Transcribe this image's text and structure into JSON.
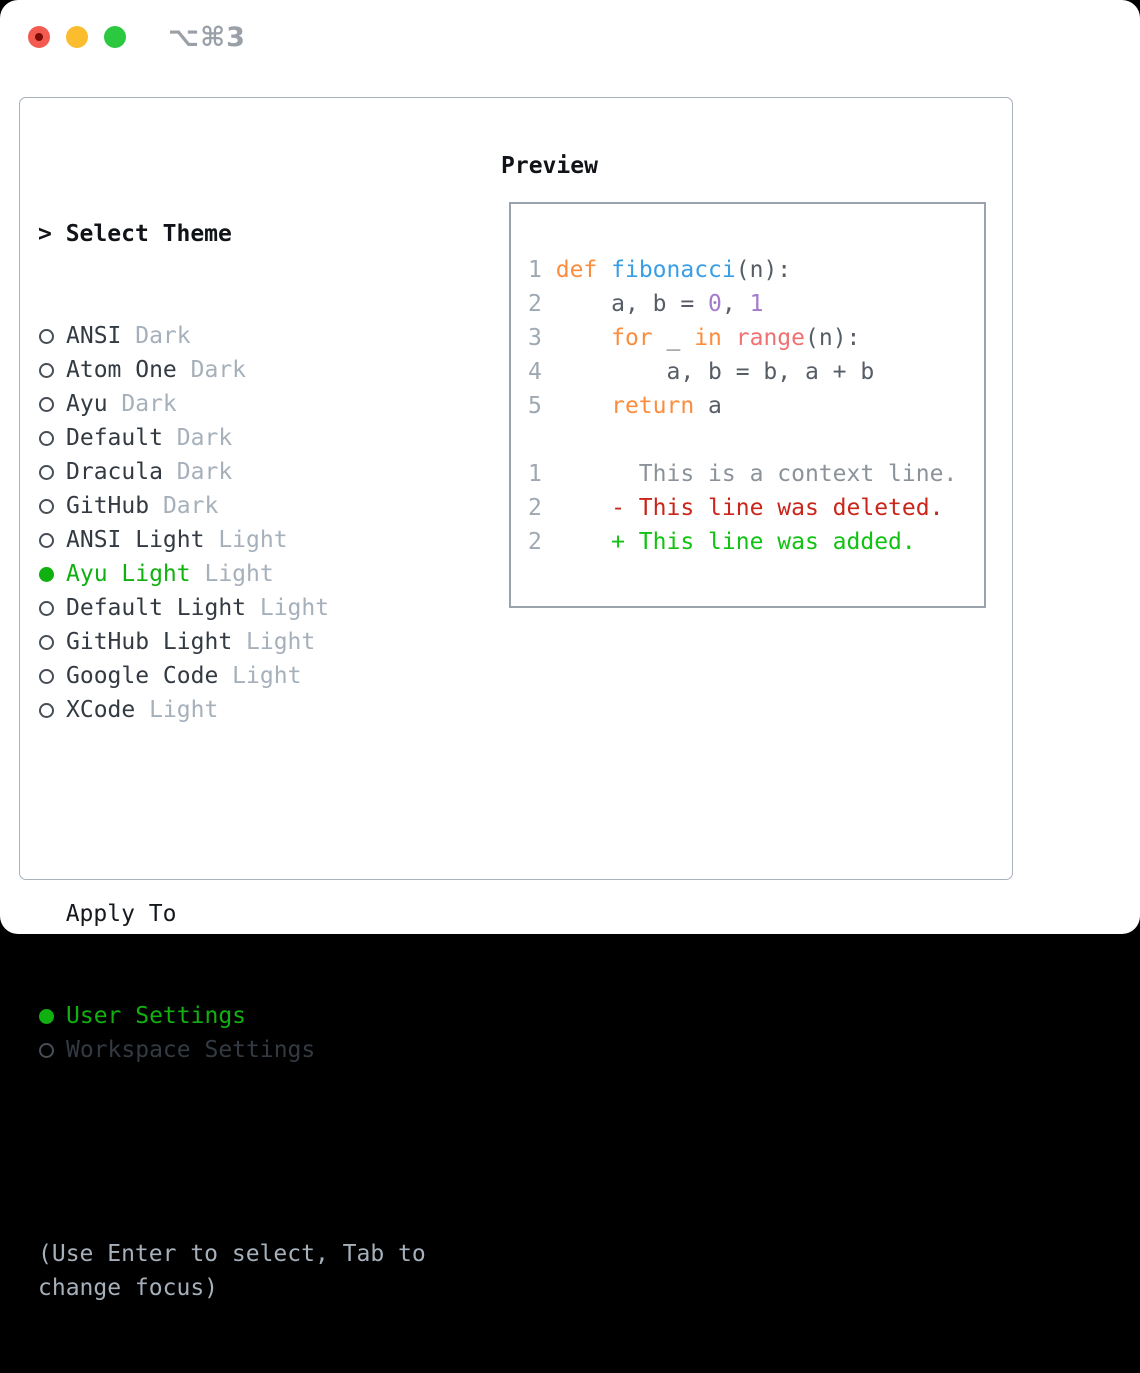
{
  "window": {
    "title_shortcut": "⌥⌘3",
    "traffic_lights": [
      "close",
      "minimize",
      "zoom"
    ]
  },
  "theme_picker": {
    "header_prefix": "> ",
    "header": "Select Theme",
    "items": [
      {
        "name": "ANSI",
        "variant": "Dark",
        "selected": false
      },
      {
        "name": "Atom One",
        "variant": "Dark",
        "selected": false
      },
      {
        "name": "Ayu",
        "variant": "Dark",
        "selected": false
      },
      {
        "name": "Default",
        "variant": "Dark",
        "selected": false
      },
      {
        "name": "Dracula",
        "variant": "Dark",
        "selected": false
      },
      {
        "name": "GitHub",
        "variant": "Dark",
        "selected": false
      },
      {
        "name": "ANSI Light",
        "variant": "Light",
        "selected": false
      },
      {
        "name": "Ayu Light",
        "variant": "Light",
        "selected": true
      },
      {
        "name": "Default Light",
        "variant": "Light",
        "selected": false
      },
      {
        "name": "GitHub Light",
        "variant": "Light",
        "selected": false
      },
      {
        "name": "Google Code",
        "variant": "Light",
        "selected": false
      },
      {
        "name": "XCode",
        "variant": "Light",
        "selected": false
      }
    ]
  },
  "apply_to": {
    "header": "Apply To",
    "options": [
      {
        "label": "User Settings",
        "selected": true
      },
      {
        "label": "Workspace Settings",
        "selected": false
      }
    ]
  },
  "help_text": "(Use Enter to select, Tab to change focus)",
  "preview": {
    "header": "Preview",
    "code_lines": [
      {
        "num": "1",
        "segments": [
          {
            "t": "def",
            "c": "keyword"
          },
          {
            "t": " ",
            "c": "plain"
          },
          {
            "t": "fibonacci",
            "c": "function"
          },
          {
            "t": "(n):",
            "c": "plain"
          }
        ]
      },
      {
        "num": "2",
        "segments": [
          {
            "t": "    a, b = ",
            "c": "plain"
          },
          {
            "t": "0",
            "c": "number"
          },
          {
            "t": ", ",
            "c": "plain"
          },
          {
            "t": "1",
            "c": "number"
          }
        ]
      },
      {
        "num": "3",
        "segments": [
          {
            "t": "    ",
            "c": "plain"
          },
          {
            "t": "for",
            "c": "keyword"
          },
          {
            "t": " _ ",
            "c": "plain"
          },
          {
            "t": "in",
            "c": "keyword"
          },
          {
            "t": " ",
            "c": "plain"
          },
          {
            "t": "range",
            "c": "builtin"
          },
          {
            "t": "(n):",
            "c": "plain"
          }
        ]
      },
      {
        "num": "4",
        "segments": [
          {
            "t": "        a, b = b, a + b",
            "c": "plain"
          }
        ]
      },
      {
        "num": "5",
        "segments": [
          {
            "t": "    ",
            "c": "plain"
          },
          {
            "t": "return",
            "c": "keyword"
          },
          {
            "t": " a",
            "c": "plain"
          }
        ]
      }
    ],
    "diff_lines": [
      {
        "num": "1",
        "marker": " ",
        "text": "This is a context line.",
        "kind": "ctx"
      },
      {
        "num": "2",
        "marker": "-",
        "text": "This line was deleted.",
        "kind": "del"
      },
      {
        "num": "2",
        "marker": "+",
        "text": "This line was added.",
        "kind": "add"
      }
    ]
  },
  "colors": {
    "selected_green": "#10b010",
    "diff_added_green": "#12c212",
    "diff_deleted_red": "#c9251a",
    "syntax_keyword_orange": "#fa8d3e",
    "syntax_function_blue": "#399ee6",
    "syntax_number_purple": "#a37acc",
    "syntax_builtin_salmon": "#f07171",
    "muted_gray": "#a6b0bb",
    "line_number_gray": "#9ea8b2",
    "border_gray": "#a9b1bb"
  }
}
